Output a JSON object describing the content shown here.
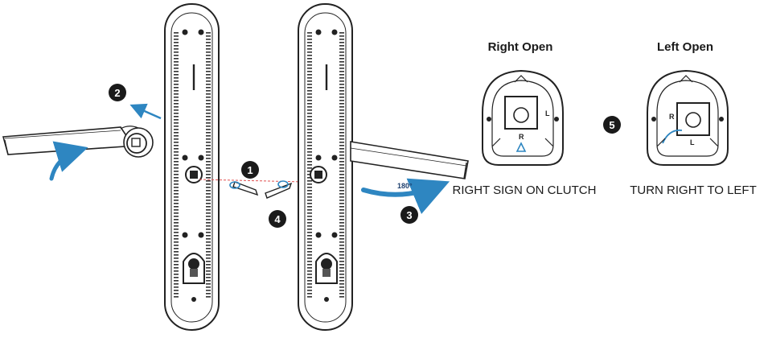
{
  "steps": [
    "1",
    "2",
    "3",
    "4",
    "5"
  ],
  "rotation_label": "180°",
  "right_open": {
    "title": "Right Open",
    "caption": "RIGHT SIGN ON CLUTCH",
    "letter_top": "L",
    "letter_bottom": "R"
  },
  "left_open": {
    "title": "Left Open",
    "caption": "TURN RIGHT TO LEFT",
    "letter_top": "R",
    "letter_bottom": "L"
  },
  "colors": {
    "arrow": "#2e86c1",
    "line": "#222222",
    "badge": "#1a1a1a",
    "cable": "#e05050"
  }
}
